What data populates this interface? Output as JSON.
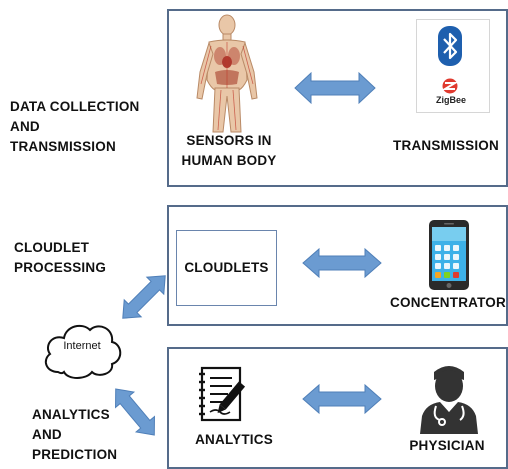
{
  "stages": [
    {
      "label": "DATA COLLECTION\nAND\nTRANSMISSION",
      "left_caption": "SENSORS IN\nHUMAN BODY",
      "right_caption": "TRANSMISSION",
      "icons": [
        "human-body-icon",
        "bluetooth-icon",
        "zigbee-icon"
      ],
      "zigbee_text": "ZigBee"
    },
    {
      "label": "CLOUDLET\nPROCESSING",
      "left_caption": "CLOUDLETS",
      "right_caption": "CONCENTRATOR",
      "icons": [
        "smartphone-icon"
      ]
    },
    {
      "label": "ANALYTICS\nAND\nPREDICTION",
      "left_caption": "ANALYTICS",
      "right_caption": "PHYSICIAN",
      "icons": [
        "checklist-pen-icon",
        "physician-icon"
      ]
    }
  ],
  "internet": {
    "label": "Internet",
    "icon": "cloud-icon"
  },
  "colors": {
    "panel_border": "#556b8a",
    "arrow_fill": "#6b9bd1",
    "arrow_stroke": "#4f7fb8"
  }
}
